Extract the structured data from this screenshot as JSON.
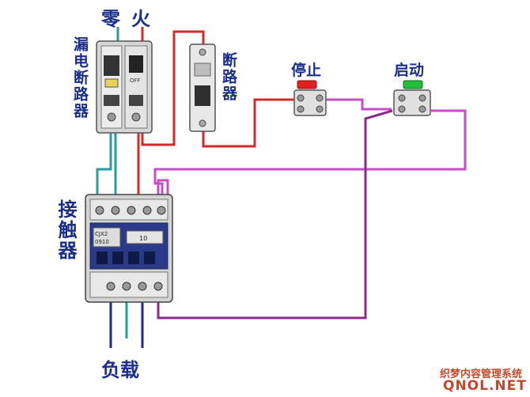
{
  "labels": {
    "neutral": "零",
    "live": "火",
    "rcd_breaker": "漏电断路器",
    "breaker": "断路器",
    "stop": "停止",
    "start": "启动",
    "contactor": "接触器",
    "load": "负载"
  },
  "device_text": {
    "contactor_model_1": "CJX2",
    "contactor_model_2": "0910",
    "contactor_rating": "10",
    "rcd_switch": "OFF"
  },
  "watermark": {
    "line1": "织梦内容管理系统",
    "line2": "QNOL.NET"
  },
  "colors": {
    "label_text": "#1a2f8a",
    "wire_neutral": "#2a9c9c",
    "wire_live": "#d42a2a",
    "wire_control": "#c44ec4",
    "wire_aux": "#8a2a8a",
    "wire_load": "#1e2a8a",
    "stop_button": "#e0201c",
    "start_button": "#1fc13a",
    "device_body": "#dcdcdc",
    "contactor_face": "#2a3a88"
  },
  "icons": [
    "rcd-breaker-icon",
    "mini-breaker-icon",
    "stop-button-icon",
    "start-button-icon",
    "contactor-icon"
  ]
}
